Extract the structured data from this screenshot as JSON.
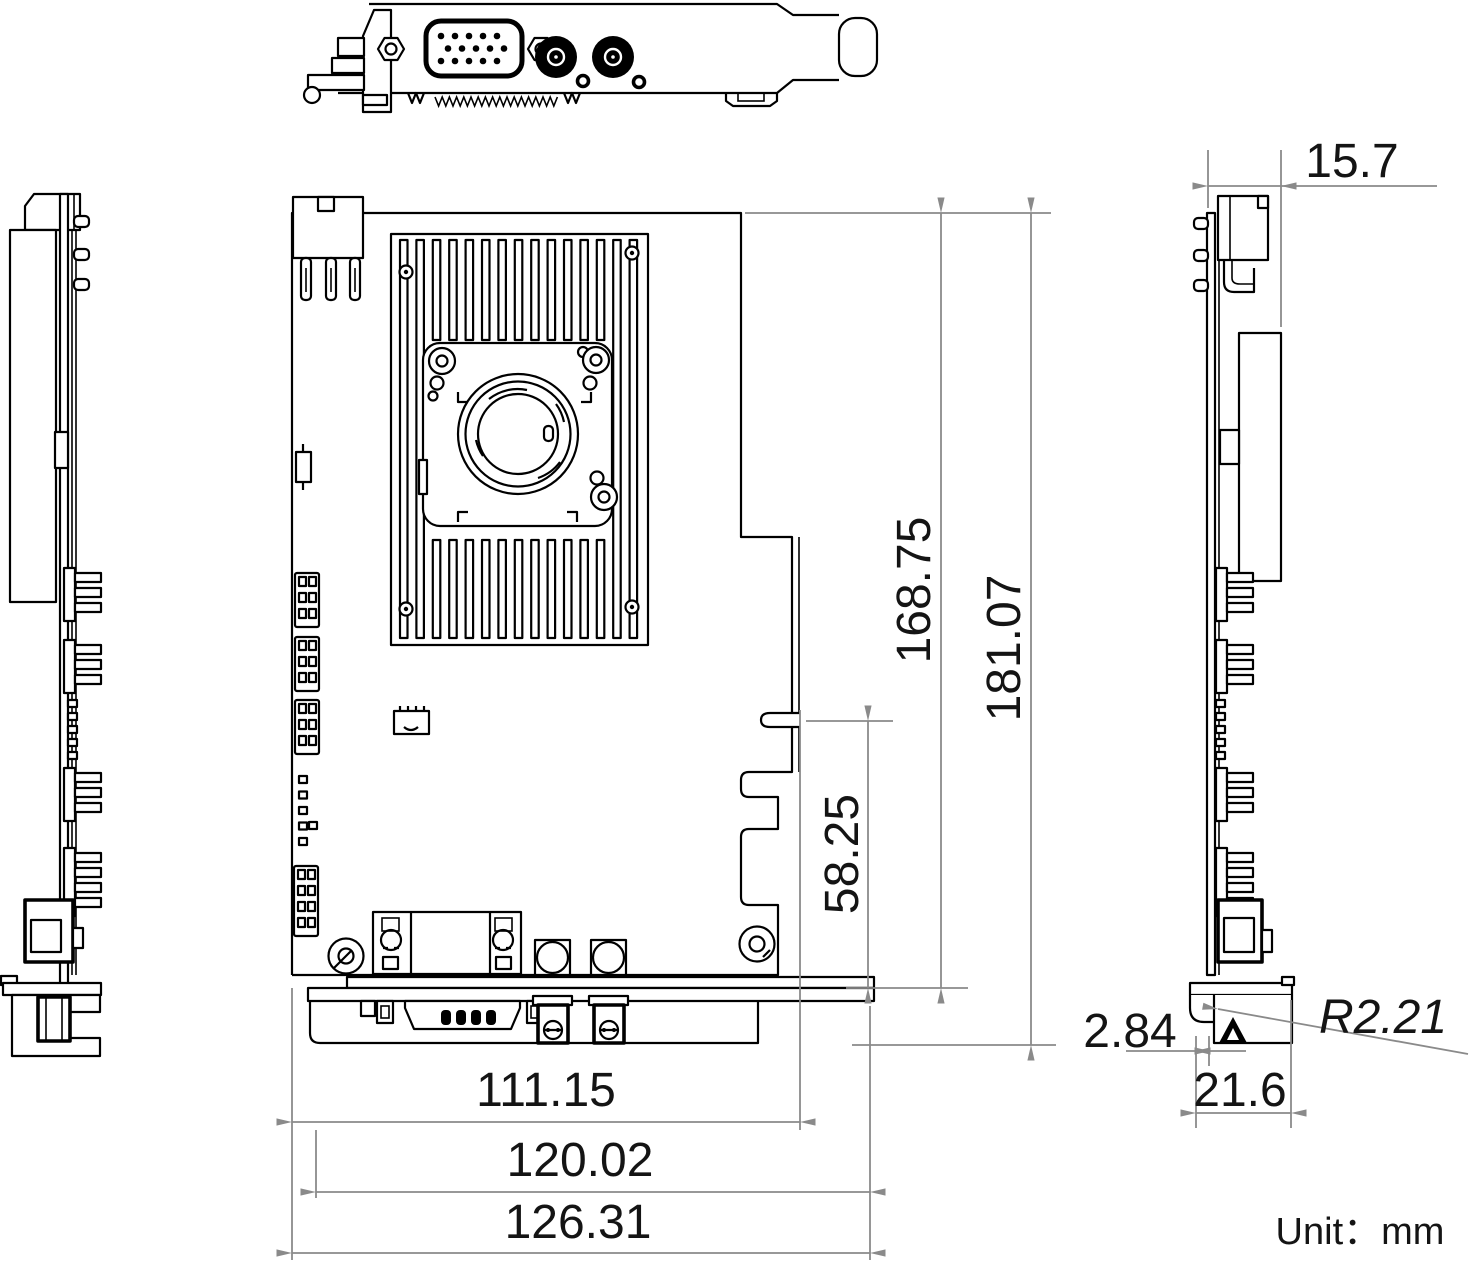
{
  "drawing": {
    "unit_label": "Unit：mm",
    "dims": {
      "d15_7": "15.7",
      "d168_75": "168.75",
      "d181_07": "181.07",
      "d58_25": "58.25",
      "d2_84": "2.84",
      "dR2_21": "R2.21",
      "d21_6": "21.6",
      "d111_15": "111.15",
      "d120_02": "120.02",
      "d126_31": "126.31"
    },
    "colors": {
      "outline": "#000000",
      "dimension": "#8a8a8a",
      "text": "#141414",
      "background": "#ffffff"
    }
  }
}
